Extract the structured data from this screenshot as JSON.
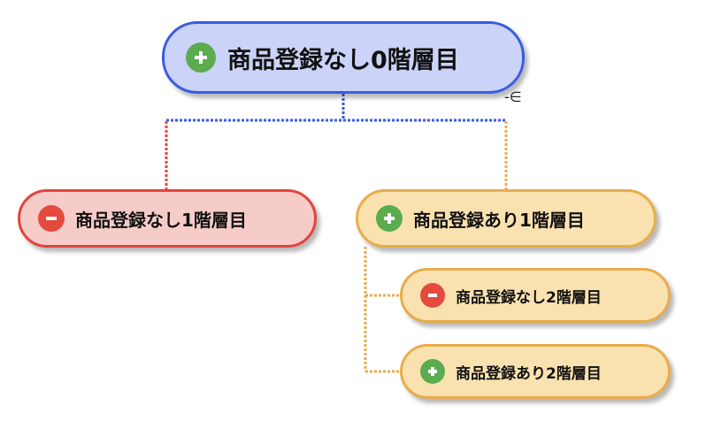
{
  "mindmap": {
    "root": {
      "label": "商品登録なし0階層目",
      "icon": "plus-icon"
    },
    "collapse_toggle": "-∈",
    "level1": [
      {
        "label": "商品登録なし1階層目",
        "icon": "minus-icon",
        "color": "#e2453c"
      },
      {
        "label": "商品登録あり1階層目",
        "icon": "plus-icon",
        "color": "#e9ac4c"
      }
    ],
    "level2": [
      {
        "label": "商品登録なし2階層目",
        "icon": "minus-icon",
        "color": "#e9ac4c"
      },
      {
        "label": "商品登録あり2階層目",
        "icon": "plus-icon",
        "color": "#e9ac4c"
      }
    ]
  },
  "colors": {
    "root_border": "#3b5ce0",
    "root_fill": "#cbd3f8",
    "red_border": "#e2453c",
    "red_fill": "#f6ccc8",
    "orange_border": "#e9ac4c",
    "orange_fill": "#fae2b0",
    "plus_icon": "#5aac4f",
    "minus_icon": "#e54a3e"
  }
}
